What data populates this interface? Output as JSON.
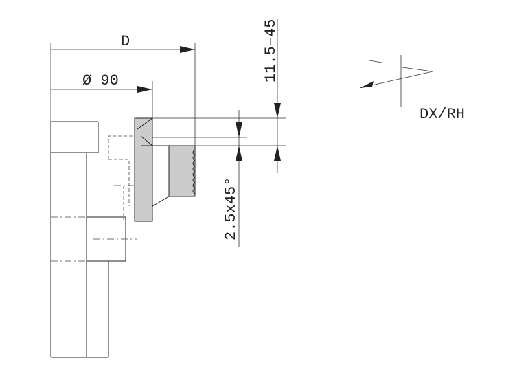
{
  "labels": {
    "diameter_overall": "D",
    "bore_diameter": "Ø 90",
    "height_range": "11.5–45",
    "chamfer": "2.5x45°",
    "direction": "DX/RH"
  },
  "colors": {
    "line": "#222222",
    "cutter_fill": "#cccccc",
    "background": "#ffffff"
  }
}
